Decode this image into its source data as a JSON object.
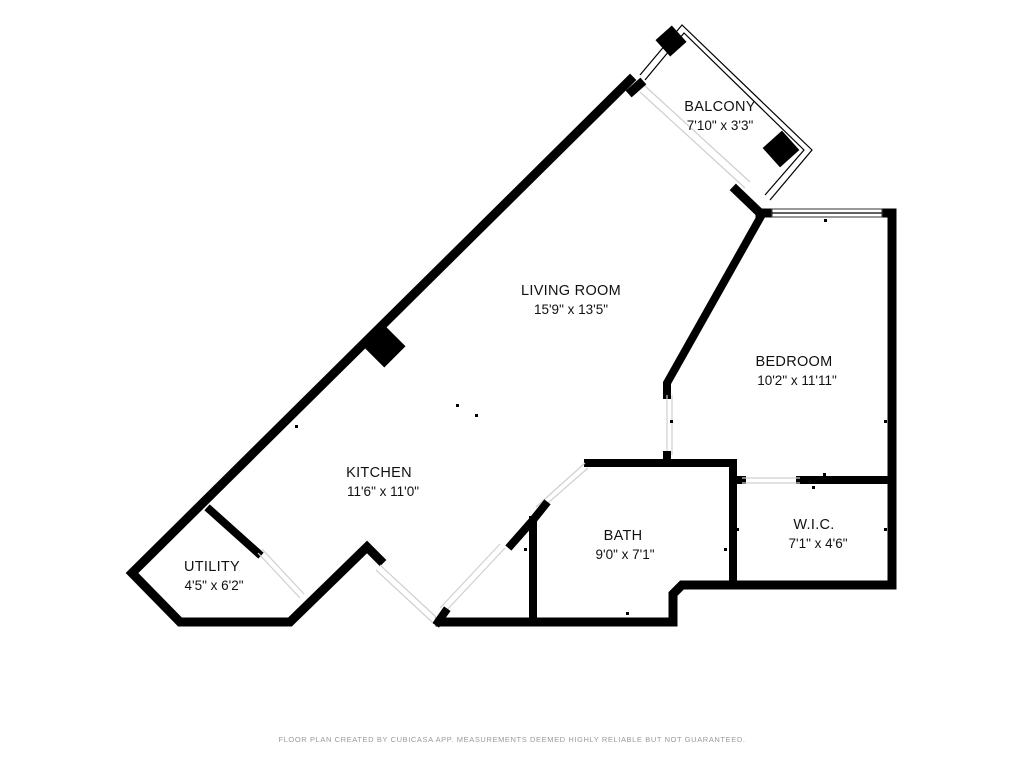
{
  "rooms": {
    "balcony": {
      "name": "BALCONY",
      "dims": "7'10\" x 3'3\""
    },
    "living": {
      "name": "LIVING ROOM",
      "dims": "15'9\" x 13'5\""
    },
    "bedroom": {
      "name": "BEDROOM",
      "dims": "10'2\" x 11'11\""
    },
    "kitchen": {
      "name": "KITCHEN",
      "dims": "11'6\" x 11'0\""
    },
    "bath": {
      "name": "BATH",
      "dims": "9'0\" x 7'1\""
    },
    "wic": {
      "name": "W.I.C.",
      "dims": "7'1\" x 4'6\""
    },
    "utility": {
      "name": "UTILITY",
      "dims": "4'5\" x 6'2\""
    }
  },
  "footer": "FLOOR PLAN CREATED BY CUBICASA APP. MEASUREMENTS DEEMED HIGHLY RELIABLE BUT NOT GUARANTEED."
}
